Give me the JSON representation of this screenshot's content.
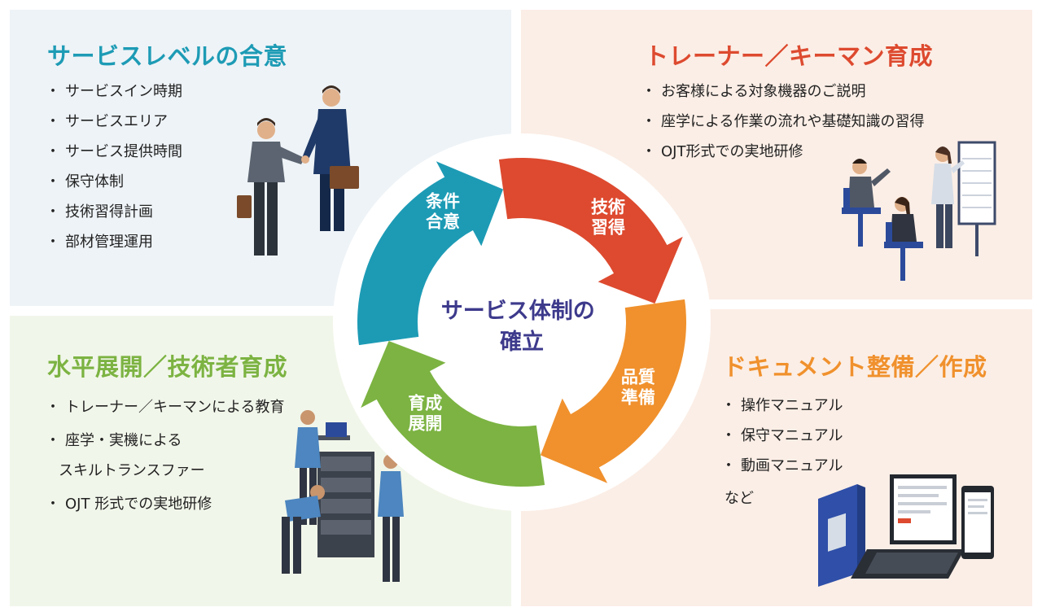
{
  "top_left": {
    "title": "サービスレベルの合意",
    "items": [
      "サービスイン時期",
      "サービスエリア",
      "サービス提供時間",
      "保守体制",
      "技術習得計画",
      "部材管理運用"
    ]
  },
  "top_right": {
    "title": "トレーナー／キーマン育成",
    "items": [
      "お客様による対象機器のご説明",
      "座学による作業の流れや基礎知識の習得",
      "OJT形式での実地研修"
    ]
  },
  "bottom_left": {
    "title": "水平展開／技術者育成",
    "items": [
      "トレーナー／キーマンによる教育",
      "座学・実機による",
      "スキルトランスファー",
      "OJT 形式での実地研修"
    ]
  },
  "bottom_right": {
    "title": "ドキュメント整備／作成",
    "items": [
      "操作マニュアル",
      "保守マニュアル",
      "動画マニュアル"
    ],
    "note": "など"
  },
  "cycle": {
    "center": [
      "サービス体制の",
      "確立"
    ],
    "segments": [
      {
        "lines": [
          "条件",
          "合意"
        ],
        "color": "#1d9bb5"
      },
      {
        "lines": [
          "技術",
          "習得"
        ],
        "color": "#dd4a2f"
      },
      {
        "lines": [
          "品質",
          "準備"
        ],
        "color": "#f0912d"
      },
      {
        "lines": [
          "育成",
          "展開"
        ],
        "color": "#7cb342"
      }
    ],
    "center_color": "#3d3a8c"
  },
  "colors": {
    "top_left_title": "#1d9bb5",
    "top_right_title": "#dd4a2f",
    "bottom_left_title": "#7cb342",
    "bottom_right_title": "#f0912d"
  }
}
